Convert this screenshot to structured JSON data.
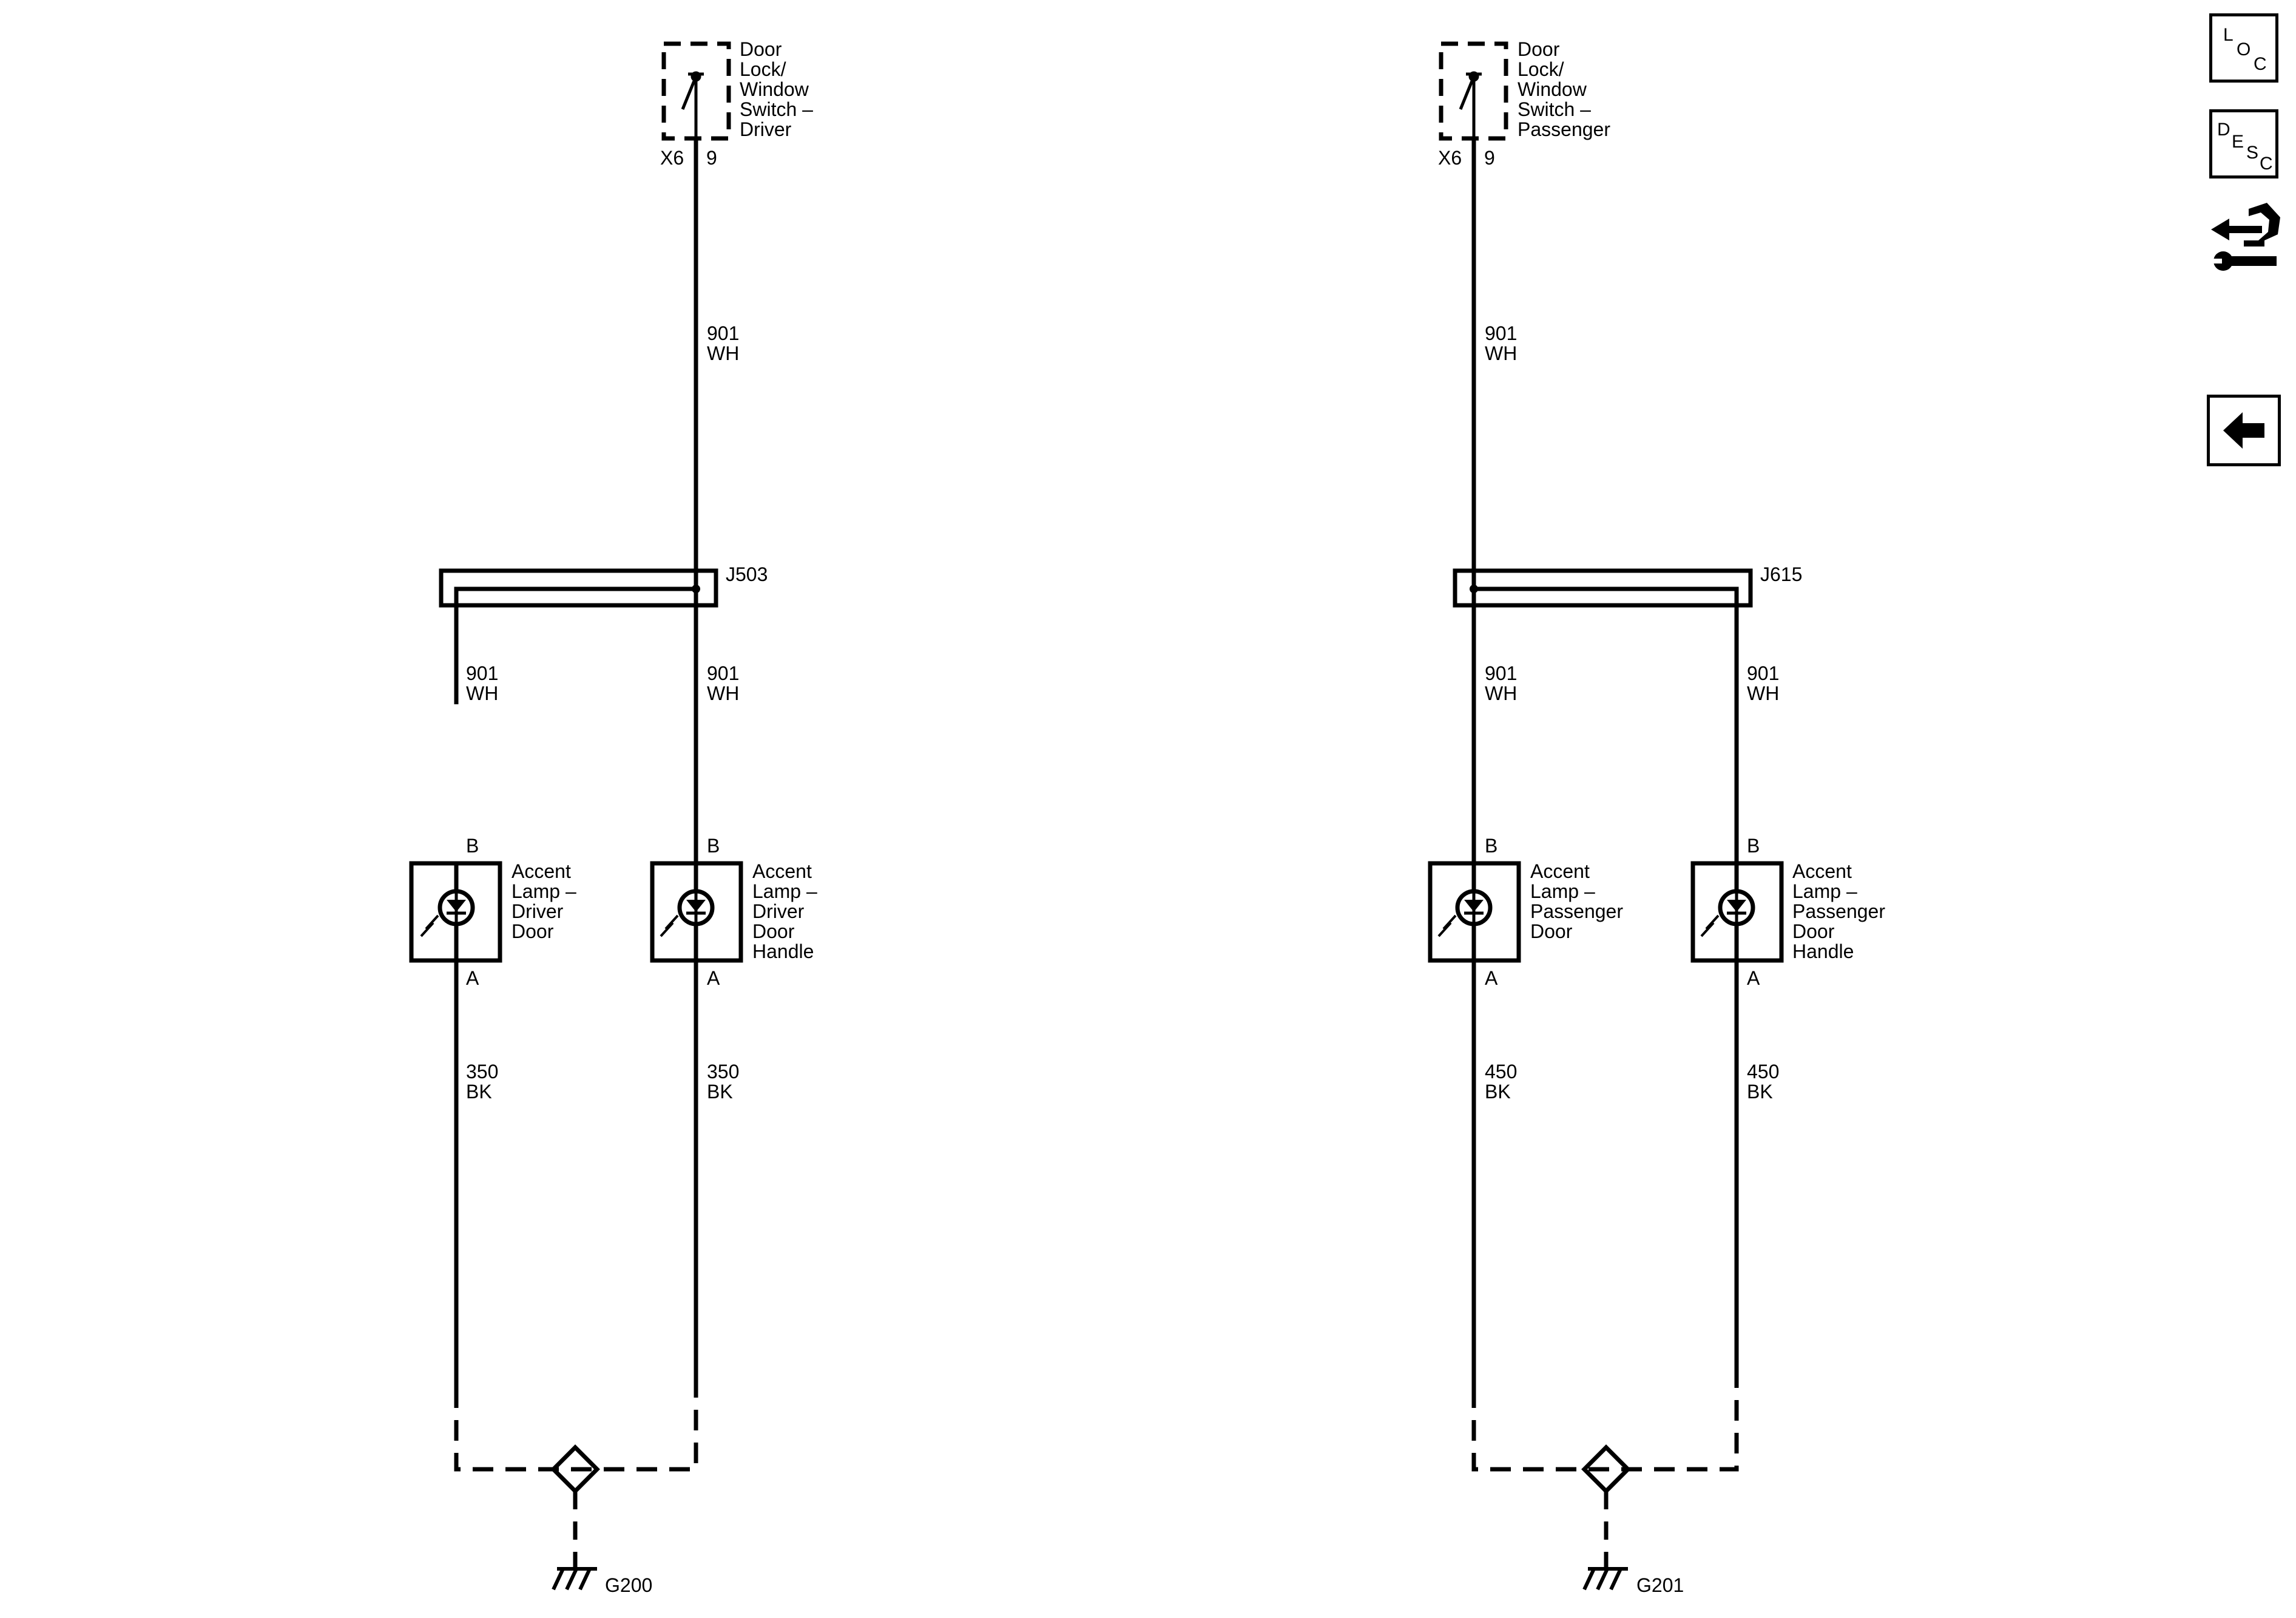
{
  "sidebar": {
    "loc": {
      "l1": "L",
      "l2": "O",
      "l3": "C"
    },
    "desc": {
      "l1": "D",
      "l2": "E",
      "l3": "S",
      "l4": "C"
    },
    "diag_icon": "connector-wrench-icon",
    "back_icon": "left-arrow-icon"
  },
  "driver": {
    "switch": {
      "line1": "Door",
      "line2": "Lock/",
      "line3": "Window",
      "line4": "Switch –",
      "line5": "Driver",
      "connector": "X6",
      "pin": "9"
    },
    "wire_top": {
      "circuit": "901",
      "color": "WH"
    },
    "splice": "J503",
    "wire_left": {
      "circuit": "901",
      "color": "WH"
    },
    "wire_right": {
      "circuit": "901",
      "color": "WH"
    },
    "lamp_left": {
      "pin_top": "B",
      "pin_bottom": "A",
      "line1": "Accent",
      "line2": "Lamp –",
      "line3": "Driver",
      "line4": "Door"
    },
    "lamp_right": {
      "pin_top": "B",
      "pin_bottom": "A",
      "line1": "Accent",
      "line2": "Lamp –",
      "line3": "Driver",
      "line4": "Door",
      "line5": "Handle"
    },
    "ground_left": {
      "circuit": "350",
      "color": "BK"
    },
    "ground_right": {
      "circuit": "350",
      "color": "BK"
    },
    "ground": "G200"
  },
  "passenger": {
    "switch": {
      "line1": "Door",
      "line2": "Lock/",
      "line3": "Window",
      "line4": "Switch –",
      "line5": "Passenger",
      "connector": "X6",
      "pin": "9"
    },
    "wire_top": {
      "circuit": "901",
      "color": "WH"
    },
    "splice": "J615",
    "wire_left": {
      "circuit": "901",
      "color": "WH"
    },
    "wire_right": {
      "circuit": "901",
      "color": "WH"
    },
    "lamp_left": {
      "pin_top": "B",
      "pin_bottom": "A",
      "line1": "Accent",
      "line2": "Lamp –",
      "line3": "Passenger",
      "line4": "Door"
    },
    "lamp_right": {
      "pin_top": "B",
      "pin_bottom": "A",
      "line1": "Accent",
      "line2": "Lamp –",
      "line3": "Passenger",
      "line4": "Door",
      "line5": "Handle"
    },
    "ground_left": {
      "circuit": "450",
      "color": "BK"
    },
    "ground_right": {
      "circuit": "450",
      "color": "BK"
    },
    "ground": "G201"
  }
}
